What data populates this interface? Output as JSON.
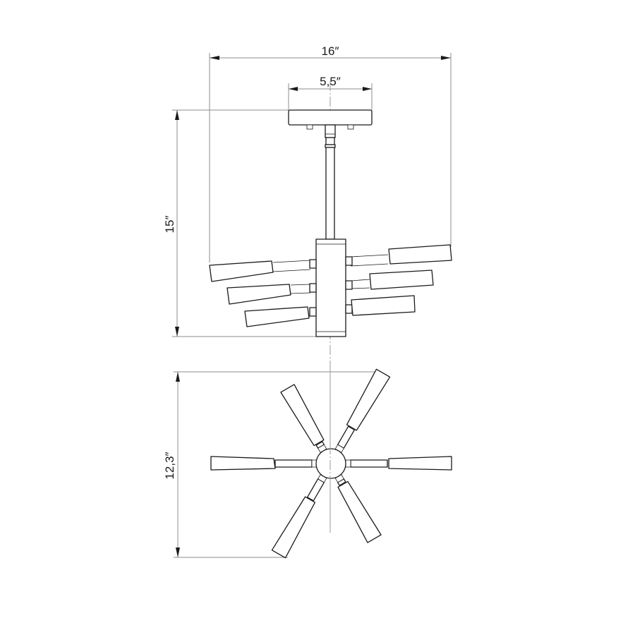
{
  "drawing": {
    "type": "fixture-dimension-drawing",
    "views": [
      "side-view",
      "top-view"
    ],
    "dimensions": {
      "overall_width": "16″",
      "canopy_width": "5,5″",
      "overall_height": "15″",
      "top_view_depth": "12,3″"
    },
    "arm_count": 6,
    "colors": {
      "line": "#1a1a1a",
      "dimension_line": "#8c8c8c",
      "background": "#ffffff"
    }
  }
}
